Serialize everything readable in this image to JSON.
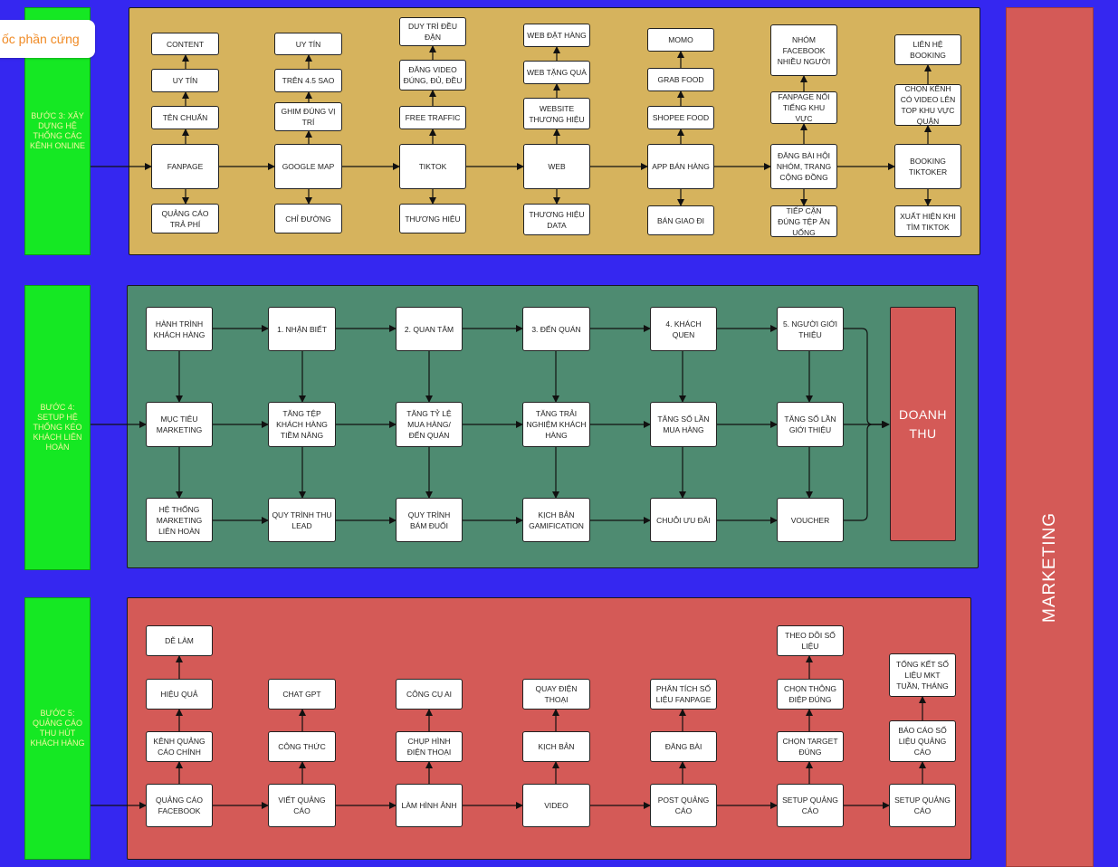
{
  "colors": {
    "background": "#3527f0",
    "step_panel": "#15e823",
    "online_panel": "#d6b35d",
    "retention_panel": "#4e8b71",
    "ads_panel": "#d45a57",
    "marketing_bar": "#d45a57",
    "revenue_box": "#d45a57",
    "tag_text": "#f08a24"
  },
  "tag_label": "ốc phần cứng",
  "marketing_label": "MARKETING",
  "revenue_label": "DOANH THU",
  "steps": {
    "step3": "BƯỚC 3: XÂY DỰNG HỆ THỐNG CÁC KÊNH ONLINE",
    "step4": "BƯỚC 4: SETUP HỆ THỐNG KÉO KHÁCH LIÊN HOÀN",
    "step5": "BƯỚC 5: QUẢNG CÁO THU HÚT KHÁCH HÀNG"
  },
  "online": {
    "fanpage": "FANPAGE",
    "fanpage_ten": "TÊN CHUẨN",
    "fanpage_uytin": "UY TÍN",
    "fanpage_content": "CONTENT",
    "fanpage_qc": "QUẢNG CÁO TRẢ PHÍ",
    "gmap": "GOOGLE MAP",
    "gmap_ghim": "GHIM ĐÚNG VỊ TRÍ",
    "gmap_sao": "TRÊN 4.5 SAO",
    "gmap_uytin": "UY TÍN",
    "gmap_chiduong": "CHỈ ĐƯỜNG",
    "tiktok": "TIKTOK",
    "tiktok_free": "FREE TRAFFIC",
    "tiktok_video": "ĐĂNG VIDEO ĐÚNG, ĐỦ, ĐỀU",
    "tiktok_duytri": "DUY TRÌ ĐỀU ĐẶN",
    "tiktok_thuonghieu": "THƯƠNG HIỆU",
    "web": "WEB",
    "web_website": "WEBSITE THƯƠNG HIỆU",
    "web_tangqua": "WEB TẶNG QUÀ",
    "web_dathang": "WEB ĐẶT HÀNG",
    "web_data": "THƯƠNG HIỆU DATA",
    "app": "APP BÁN HÀNG",
    "app_shopee": "SHOPEE FOOD",
    "app_grab": "GRAB FOOD",
    "app_momo": "MOMO",
    "app_giao": "BÁN GIAO ĐI",
    "group": "ĐĂNG BÀI HỘI NHÓM, TRANG CỘNG ĐỒNG",
    "group_fanpage": "FANPAGE NỔI TIẾNG KHU VỰC",
    "group_fb": "NHÓM FACEBOOK NHIỀU NGƯỜI",
    "group_tiepcan": "TIẾP CẬN ĐÚNG TỆP ĂN UỐNG",
    "booking": "BOOKING TIKTOKER",
    "booking_chon": "CHỌN KÊNH CÓ VIDEO LÊN TOP KHU VỰC QUẬN",
    "booking_lienhe": "LIÊN HỆ BOOKING",
    "booking_xuathien": "XUẤT HIỆN KHI TÌM TIKTOK"
  },
  "retention": {
    "r1": [
      "HÀNH TRÌNH KHÁCH HÀNG",
      "1. NHẬN BIẾT",
      "2. QUAN TÂM",
      "3. ĐẾN QUÁN",
      "4. KHÁCH QUEN",
      "5. NGƯỜI GIỚI THIỆU"
    ],
    "r2": [
      "MỤC TIÊU MARKETING",
      "TĂNG TỆP KHÁCH HÀNG TIỀM NĂNG",
      "TĂNG TỶ LỆ MUA HÀNG/ ĐẾN QUÁN",
      "TĂNG TRẢI NGHIỆM KHÁCH HÀNG",
      "TĂNG SỐ LẦN MUA HÀNG",
      "TĂNG SỐ LẦN GIỚI THIỆU"
    ],
    "r3": [
      "HỆ THỐNG MARKETING LIÊN HOÀN",
      "QUY TRÌNH THU LEAD",
      "QUY TRÌNH BÁM ĐUỔI",
      "KỊCH BẢN GAMIFICATION",
      "CHUỖI ƯU ĐÃI",
      "VOUCHER"
    ]
  },
  "ads": {
    "fb": "QUẢNG CÁO FACEBOOK",
    "fb_kenh": "KÊNH QUẢNG CÁO CHÍNH",
    "fb_hieuqua": "HIỆU QUẢ",
    "fb_delam": "DỄ LÀM",
    "viet": "VIẾT QUẢNG CÁO",
    "viet_congthuc": "CÔNG THỨC",
    "viet_gpt": "CHAT GPT",
    "hinh": "LÀM HÌNH ẢNH",
    "hinh_chup": "CHỤP HÌNH ĐIỆN THOẠI",
    "hinh_ai": "CÔNG CỤ AI",
    "video": "VIDEO",
    "video_kichban": "KỊCH BẢN",
    "video_quay": "QUAY ĐIỆN THOẠI",
    "post": "POST QUẢNG CÁO",
    "post_dang": "ĐĂNG BÀI",
    "post_phantich": "PHÂN TÍCH SỐ LIỆU FANPAGE",
    "setup": "SETUP QUẢNG CÁO",
    "setup_target": "CHỌN TARGET ĐÚNG",
    "setup_thongdiep": "CHỌN THÔNG ĐIỆP ĐÚNG",
    "setup_theodoi": "THEO DÕI SỐ LIỆU",
    "setup2": "SETUP QUẢNG CÁO",
    "setup2_baocao": "BÁO CÁO SỐ LIỆU QUẢNG CÁO",
    "setup2_tongket": "TỔNG KẾT SỐ LIỆU MKT TUẦN, THÁNG"
  }
}
